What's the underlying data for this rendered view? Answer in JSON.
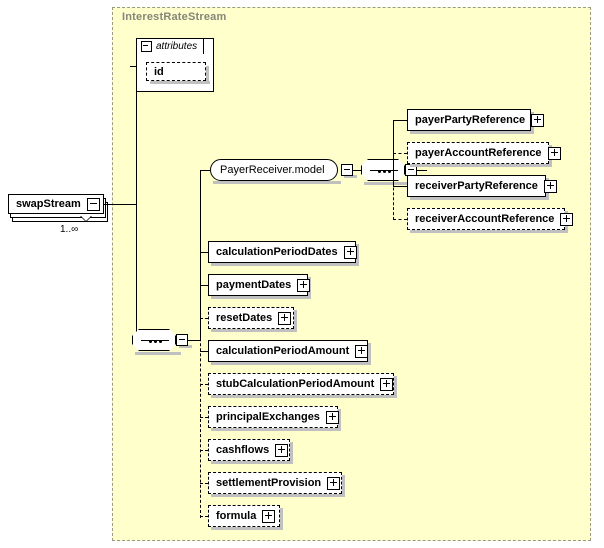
{
  "diagram": {
    "type": "xsd-schema-diagram",
    "title": "InterestRateStream",
    "background_color": "#ffffcc",
    "title_color": "#85857a"
  },
  "root": {
    "label": "swapStream",
    "cardinality": "1..∞",
    "toggle": "minus"
  },
  "attributes_group": {
    "label": "attributes",
    "toggle": "minus",
    "items": [
      {
        "label": "id",
        "style": "optional"
      }
    ]
  },
  "sequence_main": {
    "icon": "sequence-icon",
    "toggle": "minus"
  },
  "model_node": {
    "label": "PayerReceiver.model",
    "toggle": "minus"
  },
  "sequence_model": {
    "icon": "sequence-icon",
    "toggle": "minus"
  },
  "model_children": [
    {
      "label": "payerPartyReference",
      "style": "required",
      "toggle": "plus",
      "width": 124
    },
    {
      "label": "payerAccountReference",
      "style": "optional",
      "toggle": "plus",
      "width": 142
    },
    {
      "label": "receiverPartyReference",
      "style": "required",
      "toggle": "plus",
      "width": 139
    },
    {
      "label": "receiverAccountReference",
      "style": "optional",
      "toggle": "plus",
      "width": 158
    }
  ],
  "stream_children": [
    {
      "label": "calculationPeriodDates",
      "style": "required",
      "toggle": "plus",
      "width": 148
    },
    {
      "label": "paymentDates",
      "style": "required",
      "toggle": "plus",
      "width": 100
    },
    {
      "label": "resetDates",
      "style": "optional",
      "toggle": "plus",
      "width": 86
    },
    {
      "label": "calculationPeriodAmount",
      "style": "required",
      "toggle": "plus",
      "width": 160
    },
    {
      "label": "stubCalculationPeriodAmount",
      "style": "optional",
      "toggle": "plus",
      "width": 186
    },
    {
      "label": "principalExchanges",
      "style": "optional",
      "toggle": "plus",
      "width": 130
    },
    {
      "label": "cashflows",
      "style": "optional",
      "toggle": "plus",
      "width": 82
    },
    {
      "label": "settlementProvision",
      "style": "optional",
      "toggle": "plus",
      "width": 134
    },
    {
      "label": "formula",
      "style": "optional",
      "toggle": "plus",
      "width": 72
    }
  ]
}
